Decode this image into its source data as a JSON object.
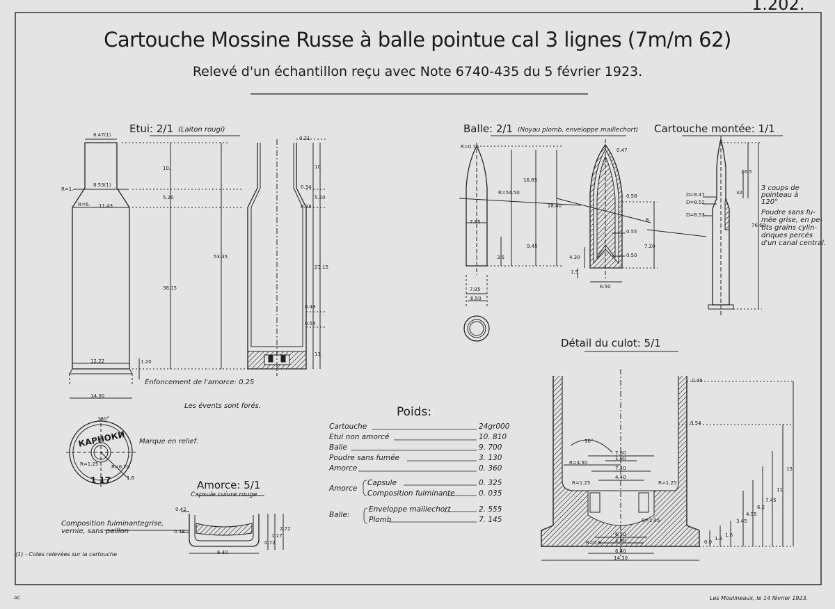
{
  "sheet_number": "1.202.",
  "title": "Cartouche Mossine Russe à balle pointue cal 3 lignes (7m/m 62)",
  "subtitle": "Relevé d'un échantillon reçu avec Note 6740-435 du 5 février 1923.",
  "sections": {
    "etui": {
      "title": "Etui: 2/1",
      "note": "(Laiton rougi)"
    },
    "balle": {
      "title": "Balle: 2/1",
      "note": "(Noyau plomb, enveloppe maillechort)"
    },
    "cartouche_montee": {
      "title": "Cartouche montée: 1/1"
    },
    "detail_culot": {
      "title": "Détail du culot: 5/1"
    },
    "amorce": {
      "title": "Amorce: 5/1",
      "note": "Capsule cuivre rouge"
    }
  },
  "etui_dims": {
    "top_width": "8.47(1)",
    "mid_width": "8.53(1)",
    "body_width": "11.43",
    "radius_1": "R=1.",
    "radius_6": "R=6.",
    "base_width": "12.22",
    "rim_width": "14.30",
    "h10": "10.",
    "h5_20": "5.20",
    "h53_35": "53.35",
    "h38_15": "38.15",
    "rim_h": "1.20",
    "wall_0_31": "0.31",
    "wall_0_34": "0.34",
    "wall_0_38": "0.38",
    "wall_0_48": "0.48",
    "wall_0_54": "0.54",
    "s10": "10.",
    "s5_20": "5.20",
    "s23_15": "23.15",
    "s11": "11."
  },
  "etui_notes": {
    "enfoncement": "Enfoncement de l'amorce: 0.25",
    "events": "Les évents sont forés.",
    "marque": "Marque en relief.",
    "head_text": "КАРНОКИ",
    "head_year": "1 17",
    "head_angle": "130°",
    "head_r1": "R=1.25",
    "head_r2": "R=6.70",
    "head_r3": "1.6"
  },
  "balle_dims": {
    "r_tip": "R=0.75",
    "r_ogive": "R=54.50",
    "d_7_85": "7.85",
    "d_6_50": "6.50",
    "l_16_85": "16.85",
    "l_28_40": "28.40",
    "l_9_45": "9.45",
    "l_3_5": "3.5",
    "t_0_47": "0.47",
    "t_0_58": "0.58",
    "t_0_55": "0.55",
    "t_0_50": "0.50",
    "c_4_30": "4.30",
    "c_1_5": "1.5",
    "c_7_20": "7.20",
    "c_8": "8.",
    "c_6_50": "6.50"
  },
  "cartouche_dims": {
    "d_8_47": "D=8.47",
    "d_8_52": "D=8.52",
    "d_8_53": "D=8.53",
    "l_26_5": "26.5",
    "l_32": "32",
    "l_76_60": "76.60",
    "note_pointeau": "3 coups de pointeau à 120°",
    "note_poudre": [
      "Poudre sans fu-",
      "mée grise, en pe-",
      "tits grains cylin-",
      "driques percés",
      "d'un canal central."
    ]
  },
  "culot_dims": {
    "top": "0.48",
    "wall": "0.54",
    "angle": "90°",
    "w7_60": "7.60",
    "w1_60": "1.60",
    "r4_50": "R=4.50",
    "w7_40": "7.40",
    "w4_40": "4.40",
    "r1_25": "R=1.25",
    "r1_45": "R=1.45",
    "w6_30": "6.30",
    "w2_90": "2.90",
    "r0_5": "R=0.5",
    "w6_40": "6.40",
    "w14_30": "14.30",
    "h0_9": "0.9",
    "h1_4": "1.4",
    "h1_6": "1.6",
    "h3_45": "3.45",
    "h4_95": "4.95",
    "h6_2": "6.2",
    "h7_45": "7.45",
    "h11": "11",
    "h15": "15"
  },
  "poids": {
    "title": "Poids:",
    "rows": [
      {
        "label": "Cartouche",
        "value": "24gr000"
      },
      {
        "label": "Etui non amorcé",
        "value": "10. 810"
      },
      {
        "label": "Balle",
        "value": "9. 700"
      },
      {
        "label": "Poudre sans fumée",
        "value": "3. 130"
      },
      {
        "label": "Amorce",
        "value": "0. 360"
      }
    ],
    "amorce_label": "Amorce",
    "amorce_rows": [
      {
        "label": "Capsule",
        "value": "0. 325"
      },
      {
        "label": "Composition fulminante",
        "value": "0. 035"
      }
    ],
    "balle_label": "Balle:",
    "balle_rows": [
      {
        "label": "Enveloppe maillechort",
        "value": "2. 555"
      },
      {
        "label": "Plomb",
        "value": "7. 145"
      }
    ]
  },
  "amorce_dims": {
    "d0_42": "0.42",
    "d0_48": "0.48",
    "d6_40": "6.40",
    "h0_72": "0.72",
    "h1_17": "1.17",
    "h2_72": "2.72",
    "note": [
      "Composition fulminantegrise,",
      "vernie, sans paillon"
    ]
  },
  "footnote": "(1) - Cotes relevées sur la cartouche",
  "footer": "Les Moulineaux, le 14 février 1923.",
  "corner_mark": "AC"
}
